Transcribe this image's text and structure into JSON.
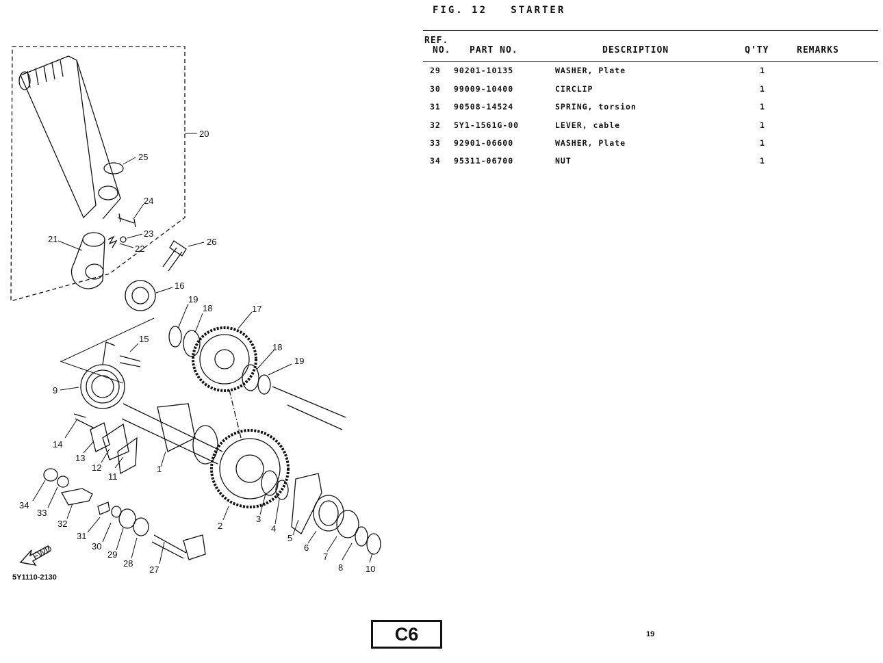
{
  "figure": {
    "title": "FIG. 12   STARTER"
  },
  "table": {
    "headers": {
      "ref_line1": "REF.",
      "ref_line2": "NO.",
      "part_no": "PART NO.",
      "description": "DESCRIPTION",
      "qty": "Q'TY",
      "remarks": "REMARKS"
    },
    "rows": [
      {
        "ref": "29",
        "part_no": "90201-10135",
        "description": "WASHER, Plate",
        "qty": "1",
        "remarks": ""
      },
      {
        "ref": "30",
        "part_no": "99009-10400",
        "description": "CIRCLIP",
        "qty": "1",
        "remarks": ""
      },
      {
        "ref": "31",
        "part_no": "90508-14524",
        "description": "SPRING, torsion",
        "qty": "1",
        "remarks": ""
      },
      {
        "ref": "32",
        "part_no": "5Y1-1561G-00",
        "description": "LEVER, cable",
        "qty": "1",
        "remarks": ""
      },
      {
        "ref": "33",
        "part_no": "92901-06600",
        "description": "WASHER, Plate",
        "qty": "1",
        "remarks": ""
      },
      {
        "ref": "34",
        "part_no": "95311-06700",
        "description": "NUT",
        "qty": "1",
        "remarks": ""
      }
    ]
  },
  "diagram": {
    "code": "5Y1110-2130",
    "fwd_label": "FWD",
    "callouts": [
      "20",
      "25",
      "24",
      "23",
      "22",
      "21",
      "26",
      "16",
      "19",
      "18",
      "17",
      "18",
      "19",
      "15",
      "9",
      "14",
      "13",
      "12",
      "11",
      "1",
      "2",
      "3",
      "4",
      "5",
      "6",
      "7",
      "8",
      "10",
      "34",
      "33",
      "32",
      "31",
      "30",
      "29",
      "28",
      "27"
    ]
  },
  "footer": {
    "page_box": "C6",
    "page_number": "19"
  }
}
